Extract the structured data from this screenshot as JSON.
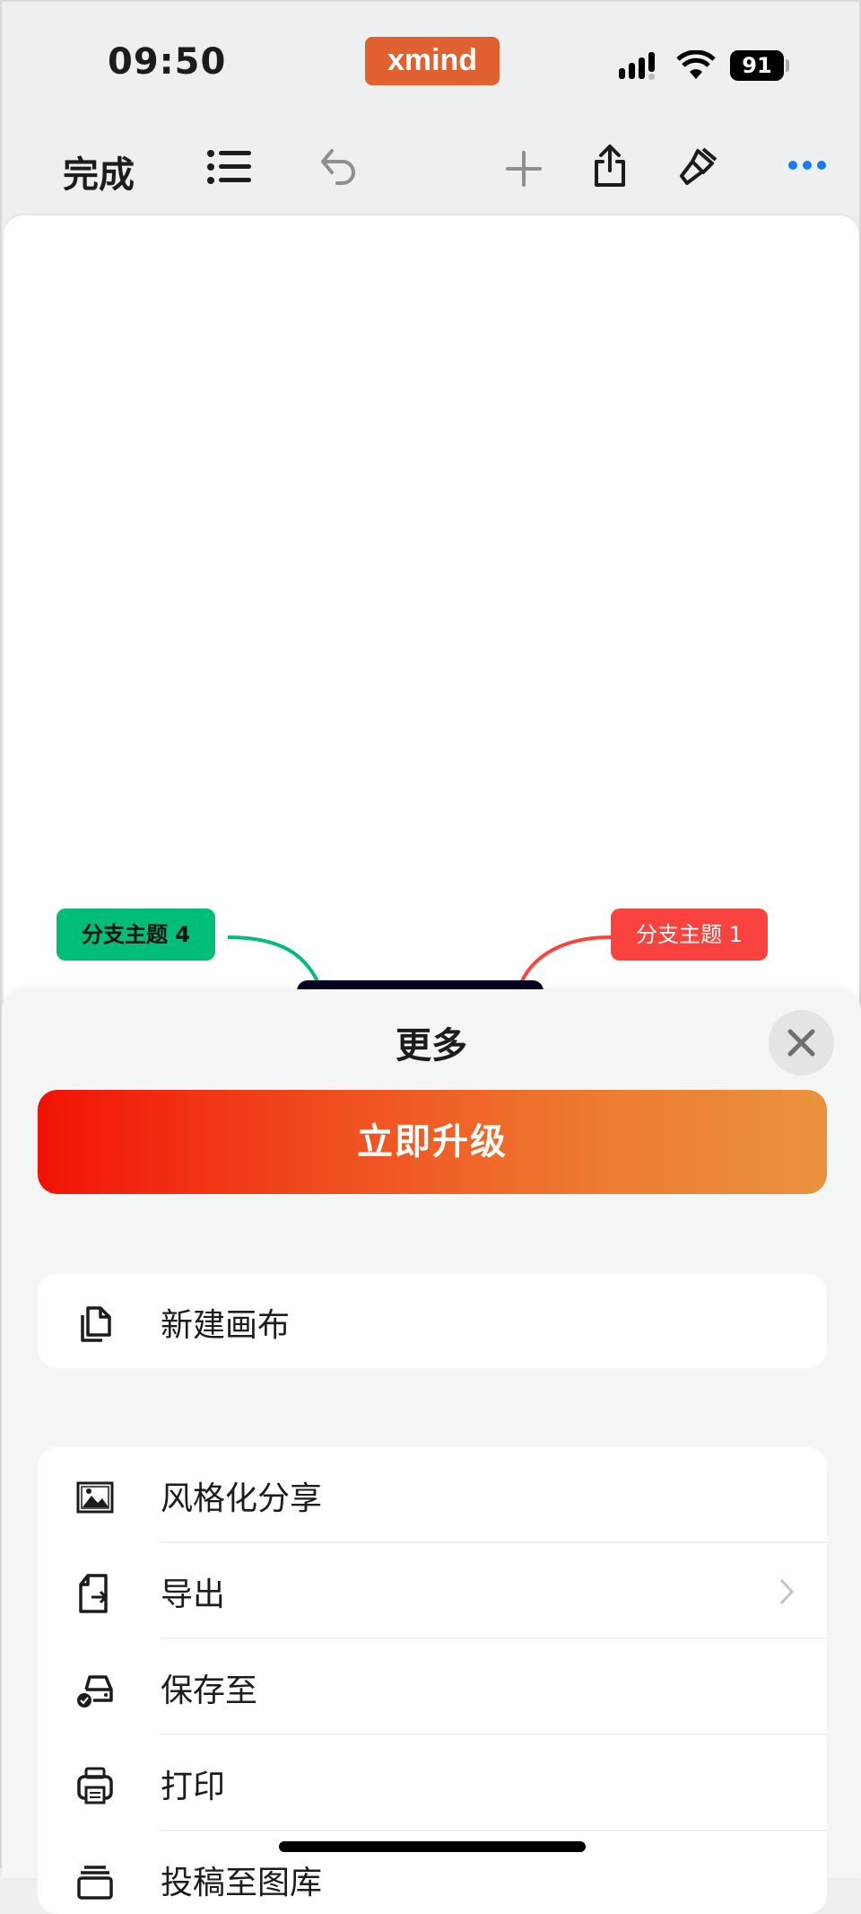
{
  "status_bar": {
    "time": "09:50",
    "app_badge": "xmind",
    "battery": "91"
  },
  "toolbar": {
    "done_label": "完成",
    "icons": [
      "outline-list-icon",
      "undo-icon",
      "add-icon",
      "share-icon",
      "format-brush-icon",
      "more-icon"
    ]
  },
  "canvas": {
    "nodes": [
      {
        "label": "分支主题 4",
        "color": "#00bd79"
      },
      {
        "label": "分支主题 1",
        "color": "#fa423e"
      }
    ],
    "central_color": "#010222"
  },
  "sheet": {
    "title": "更多",
    "upgrade_label": "立即升级",
    "group1": [
      {
        "label": "新建画布",
        "icon": "new-sheet-icon"
      }
    ],
    "group2": [
      {
        "label": "风格化分享",
        "icon": "image-icon"
      },
      {
        "label": "导出",
        "icon": "export-icon",
        "has_chevron": true
      },
      {
        "label": "保存至",
        "icon": "save-drive-icon"
      },
      {
        "label": "打印",
        "icon": "printer-icon"
      },
      {
        "label": "投稿至图库",
        "icon": "gallery-icon"
      }
    ]
  }
}
